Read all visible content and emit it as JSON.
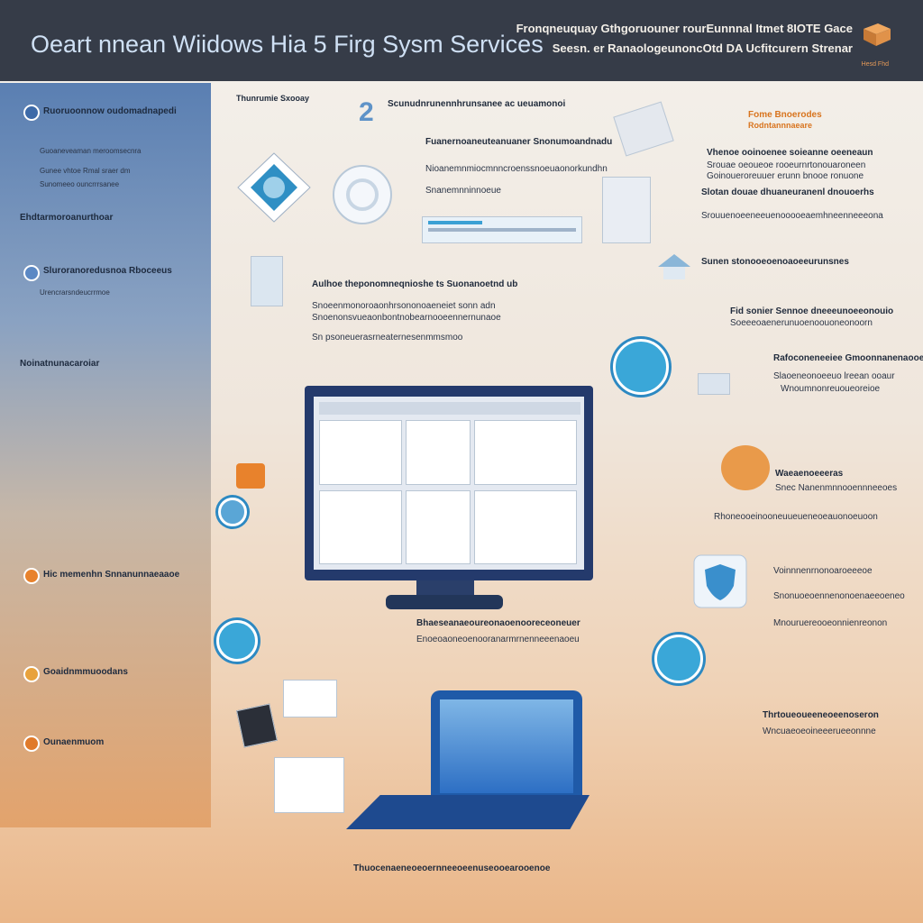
{
  "header": {
    "title": "Oeart nnean Wiidows Hia 5 Firg Sysm Services",
    "line1": "Fronqneuquay Gthgoruouner rourEunnnal Itmet 8IOTE Gace",
    "line2": "Seesn. er RanaologeunoncOtd DA Ucfitcurern Strenar",
    "note": "Hesd Fhd"
  },
  "left_panel": {
    "heading1": "Ruoruoonnow oudomadnapedi",
    "heading2": "Ehdtarmoroanurthoar",
    "heading3": "Sluroranoredusnoa Rboceeus",
    "heading4": "Noinatnunacaroiar",
    "heading5": "Hic memenhn Snnanunnaeaaoe",
    "heading6": "Goaidnmmuoodans",
    "heading7": "Ounaenmuom",
    "sub_a": "Guoaneveaman meroomsecnra",
    "sub_b": "Gunee vhtoe Rmal sraer dm",
    "sub_c": "Sunomeeo ouncrrrsanee",
    "sub_d": "Urencrarsndeucrrmoe"
  },
  "center": {
    "tag": "Thunrumie Sxooay",
    "top_line1": "Scunudnrunennhrunsanee ac ueuamonoi",
    "top_line2": "Fuanernoaneuteanuaner Snonumoandnadu",
    "top_line3": "Nioanemnmiocmnncroenssnoeuaonorkundhn",
    "top_line4": "Snanemnninnoeue",
    "mid_head": "Aulhoe theponomneqnioshe ts Suonanoetnd ub",
    "mid_line1": "Snoeenmonoroaonhrsononoaeneiet sonn adn",
    "mid_line2": "Snoenonsvueaonbontnobearnooeennernunaoe",
    "mid_line3": "Sn psoneuerasrneaternesenmmsmoo",
    "lower_head": "Bhaeseanaeoureonaoenooreceoneuer",
    "lower_line": "Enoeoaoneoenooranarmrnenneeenaoeu",
    "bottom_line": "Thuocenaeneoeoernneeoeenuseooearooenoe"
  },
  "right_panel": {
    "orange_head": "Fome Bnoerodes",
    "orange_sub": "Rodntannnaeare",
    "r_line1": "Vhenoe ooinoenee soieanne oeeneaun",
    "r_line2": "Srouae oeoueoe rooeurnrtonouaroneen",
    "r_line3": "Goinoueroreuuer erunn bnooe ronuone",
    "r_line4": "Slotan douae dhuaneuranenl dnouoerhs",
    "r_line5": "Srouuenoeeneeuenooooeaemhneenneeeona",
    "r_head2": "Sunen stonooeoenoaoeeurunsnes",
    "r_line6": "Fid sonier Sennoe dneeeunoeeonouio",
    "r_line7": "Soeeeoaenerunuoenoouoneonoorn",
    "r_head3": "Rafoconeneeiee Gmoonnanenaooe",
    "r_line8": "Slaoeneonoeeuo lreean ooaur",
    "r_line9": "Wnoumnonreuoueoreioe",
    "r_head4": "Waeaenoeeeras",
    "r_line10": "Snec Nanenmnnooennneeoes",
    "r_line11": "Rhoneooeinooneuueueneoeauonoeuoon",
    "r_line12": "Voinnnenrnonoaroeeeoe",
    "r_line13": "Snonuoeoennenonoenaeeoeneo",
    "r_line14": "Mnouruereooeonnienreonon",
    "r_head5": "Thrtoueoueeneoeenoseron",
    "r_line15": "Wncuaeoeoineeerueeonnne"
  },
  "colors": {
    "header_bg": "#363c48",
    "accent_blue": "#2d89c2",
    "accent_orange": "#e8822c"
  }
}
